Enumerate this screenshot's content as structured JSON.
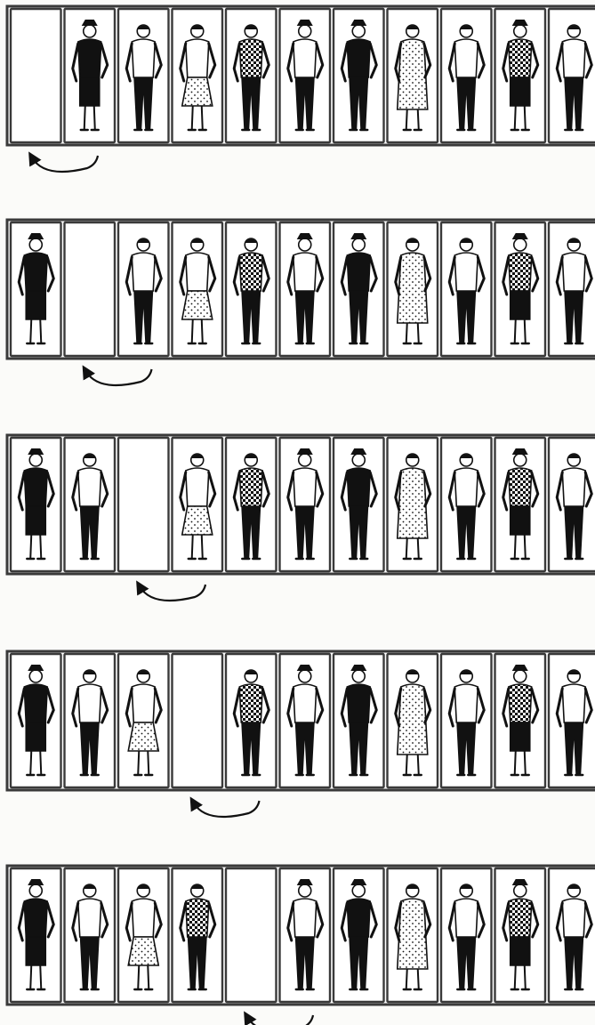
{
  "figure": {
    "rows": [
      {
        "empty_slot": 1,
        "slots": 11
      },
      {
        "empty_slot": 2,
        "slots": 11
      },
      {
        "empty_slot": 3,
        "slots": 11
      },
      {
        "empty_slot": 4,
        "slots": 11
      },
      {
        "empty_slot": 5,
        "slots": 11
      }
    ],
    "figures": [
      {
        "id": "woman-in-dark-suit",
        "top": "dark",
        "bottom": "dark-skirt",
        "hat": true,
        "icon": "woman-figure-icon"
      },
      {
        "id": "man-in-white-jacket",
        "top": "white",
        "bottom": "dark-trousers",
        "hat": false,
        "icon": "man-figure-icon"
      },
      {
        "id": "woman-in-polka-dot-dress",
        "top": "white",
        "bottom": "dotted-skirt",
        "hat": false,
        "icon": "woman-figure-icon"
      },
      {
        "id": "man-in-check-shirt",
        "top": "check",
        "bottom": "dark-trousers",
        "hat": false,
        "icon": "man-figure-icon"
      },
      {
        "id": "woman-with-handbag",
        "top": "white",
        "bottom": "dark-trousers",
        "hat": true,
        "icon": "woman-figure-icon"
      },
      {
        "id": "man-with-bowler-and-umbrella",
        "top": "dark",
        "bottom": "dark-trousers",
        "hat": true,
        "icon": "man-figure-icon"
      },
      {
        "id": "woman-in-fur-collar-coat",
        "top": "dotted-coat",
        "bottom": "legs",
        "hat": false,
        "icon": "woman-figure-icon"
      },
      {
        "id": "man-in-white-jacket-with-bag",
        "top": "white",
        "bottom": "dark-trousers",
        "hat": false,
        "icon": "man-figure-icon"
      },
      {
        "id": "woman-in-check-top",
        "top": "check",
        "bottom": "dark-skirt",
        "hat": true,
        "icon": "woman-figure-icon"
      },
      {
        "id": "man-carrying-parcel",
        "top": "white",
        "bottom": "dark-trousers",
        "hat": false,
        "icon": "man-figure-icon"
      }
    ],
    "colors": {
      "frame": "#3a3a3a",
      "panel": "#ffffff",
      "ink": "#111111",
      "background": "#fbfbf9"
    },
    "arrow_icon": "curved-arrow-icon"
  }
}
